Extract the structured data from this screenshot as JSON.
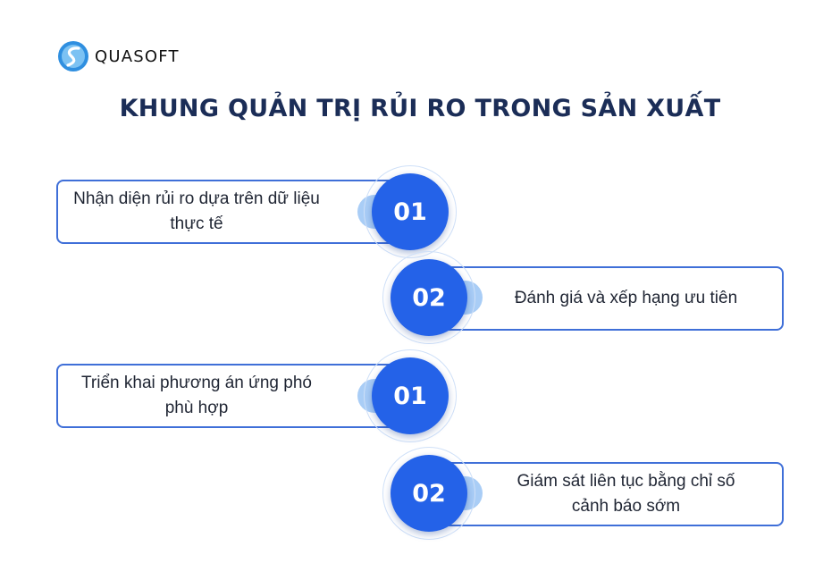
{
  "brand": {
    "name": "QUASOFT",
    "colors": {
      "mark_outer": "#2f8fe0",
      "mark_inner": "#7cc2f3",
      "text": "#111111"
    }
  },
  "title": "KHUNG QUẢN TRỊ RỦI RO TRONG SẢN XUẤT",
  "colors": {
    "title": "#1b2d57",
    "badge": "#2462e8",
    "card_border": "#3f6fd8",
    "nub": "#a9cdf6",
    "ring": "#cfe0f8"
  },
  "steps": [
    {
      "number": "01",
      "side": "left",
      "lines": [
        "Nhận diện rủi ro dựa trên dữ liệu",
        "thực tế"
      ]
    },
    {
      "number": "02",
      "side": "right",
      "lines": [
        "Đánh giá và xếp hạng ưu tiên"
      ]
    },
    {
      "number": "01",
      "side": "left",
      "lines": [
        "Triển khai phương án ứng phó",
        "phù hợp"
      ]
    },
    {
      "number": "02",
      "side": "right",
      "lines": [
        "Giám sát liên tục bằng chỉ số",
        "cảnh báo sớm"
      ]
    }
  ]
}
